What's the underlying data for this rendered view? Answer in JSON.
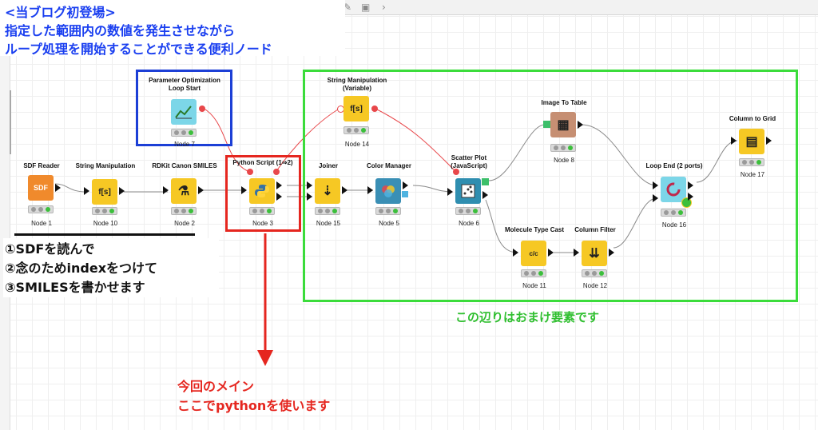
{
  "header_note": {
    "line1": "<当ブログ初登場>",
    "line2": "指定した範囲内の数値を発生させながら",
    "line3": "ループ処理を開始することができる便利ノード"
  },
  "steps_note": {
    "line1": "①SDFを読んで",
    "line2": "②念のためindexをつけて",
    "line3": "③SMILESを書かせます"
  },
  "bonus_note": "この辺りはおまけ要素です",
  "main_note": {
    "line1": "今回のメイン",
    "line2": "ここでpythonを使います"
  },
  "colors": {
    "blue_box": "#1c3fd6",
    "red_box": "#e5261f",
    "green_box": "#3bdc3b",
    "note_blue": "#1a3ff0",
    "note_red": "#e5261f",
    "note_green": "#2fbf2f"
  },
  "nodes": [
    {
      "id": "sdf-reader",
      "title": "SDF Reader",
      "label": "Node 1",
      "icon": "SDF",
      "color": "#f08a2c"
    },
    {
      "id": "string-manipulation",
      "title": "String Manipulation",
      "label": "Node 10",
      "icon": "f[s]",
      "color": "#f6c824"
    },
    {
      "id": "rdkit-canon",
      "title": "RDKit Canon SMILES",
      "label": "Node 2",
      "icon": "⚗",
      "color": "#f6c824"
    },
    {
      "id": "param-opt",
      "title": "Parameter Optimization",
      "title2": "Loop Start",
      "label": "Node 7",
      "icon": "📈",
      "color": "#7cd6e8"
    },
    {
      "id": "python-script",
      "title": "Python Script (1⇒2)",
      "label": "Node 3",
      "icon": "🐍",
      "color": "#f6c824"
    },
    {
      "id": "string-manip-var",
      "title": "String Manipulation",
      "title2": "(Variable)",
      "label": "Node 14",
      "icon": "f[s]",
      "color": "#f6c824"
    },
    {
      "id": "joiner",
      "title": "Joiner",
      "label": "Node 15",
      "icon": "⇣",
      "color": "#f6c824"
    },
    {
      "id": "color-manager",
      "title": "Color Manager",
      "label": "Node 5",
      "icon": "●",
      "color": "#3a8fb5"
    },
    {
      "id": "scatter-plot",
      "title": "Scatter Plot",
      "title2": "(JavaScript)",
      "label": "Node 6",
      "icon": "⁘",
      "color": "#2f8eb0"
    },
    {
      "id": "image-to-table",
      "title": "Image To Table",
      "label": "Node 8",
      "icon": "▦",
      "color": "#c68f73"
    },
    {
      "id": "molecule-type-cast",
      "title": "Molecule Type Cast",
      "label": "Node 11",
      "icon": "c/c",
      "color": "#f6c824"
    },
    {
      "id": "column-filter",
      "title": "Column Filter",
      "label": "Node 12",
      "icon": "⇊",
      "color": "#f6c824"
    },
    {
      "id": "loop-end",
      "title": "Loop End (2 ports)",
      "label": "Node 16",
      "icon": "C",
      "color": "#7cd6e8"
    },
    {
      "id": "column-to-grid",
      "title": "Column to Grid",
      "label": "Node 17",
      "icon": "▤",
      "color": "#f6c824"
    }
  ]
}
